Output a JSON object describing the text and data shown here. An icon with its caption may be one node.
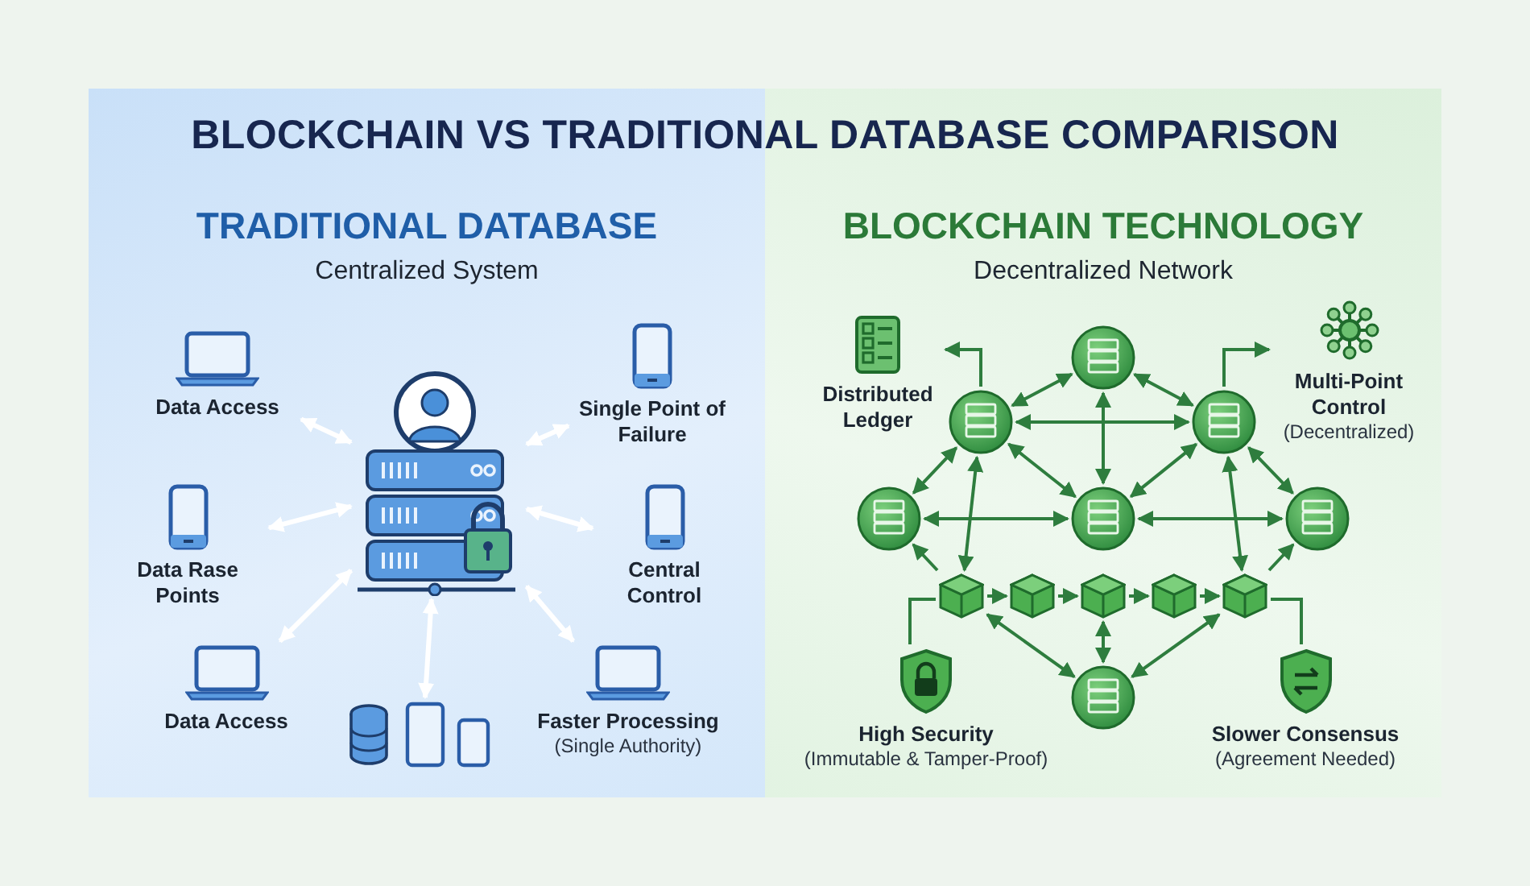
{
  "diagram": {
    "title": "BLOCKCHAIN VS TRADITIONAL DATABASE COMPARISON",
    "nodes": [
      {
        "text": [
          "TRADITIONAL DATABASE",
          "Centralized System"
        ]
      },
      {
        "text": [
          "Data Access"
        ],
        "in": 0
      },
      {
        "text": [],
        "shape": "server",
        "in": 0
      },
      {
        "text": [
          "Single Point of Failure"
        ],
        "in": 0
      },
      {
        "text": [
          "Data Rase Points"
        ],
        "in": 0
      },
      {
        "text": [
          "Central Control"
        ],
        "in": 0
      },
      {
        "text": [
          "Data Access"
        ],
        "in": 0
      },
      {
        "text": [],
        "shape": "phone",
        "in": 0
      },
      {
        "text": [
          "Faster Processing",
          "(Single Authority)"
        ],
        "in": 0
      },
      {
        "text": [
          "BLOCKCHAIN TECHNOLOGY",
          "Decentralized Network"
        ]
      },
      {
        "text": [
          "Distributed Ledger"
        ],
        "in": 9
      },
      {
        "text": [],
        "shape": "circle",
        "in": 9
      },
      {
        "text": [
          "Multi-Point Control",
          "(Decentralized)"
        ],
        "in": 9
      },
      {
        "text": [],
        "shape": "circle",
        "in": 9
      },
      {
        "text": [],
        "shape": "circle",
        "in": 9
      },
      {
        "text": [],
        "shape": "circle",
        "in": 9
      },
      {
        "text": [],
        "shape": "circle",
        "in": 9
      },
      {
        "text": [],
        "shape": "circle",
        "in": 9
      },
      {
        "text": [],
        "shape": "cube",
        "in": 9
      },
      {
        "text": [],
        "shape": "cube",
        "in": 9
      },
      {
        "text": [],
        "shape": "cube",
        "in": 9
      },
      {
        "text": [],
        "shape": "cube",
        "in": 9
      },
      {
        "text": [],
        "shape": "cube",
        "in": 9
      },
      {
        "text": [
          "High Security",
          "(Immutable & Tamper-Proof)"
        ],
        "in": 9
      },
      {
        "text": [],
        "shape": "circle",
        "in": 9
      },
      {
        "text": [
          "Slower Consensus",
          "(Agreement Needed)"
        ],
        "in": 9
      }
    ],
    "edges": [
      {
        "from": 2,
        "to": 1,
        "arrow": "both",
        "color": "#ffffff"
      },
      {
        "from": 2,
        "to": 3,
        "arrow": "both",
        "color": "#ffffff"
      },
      {
        "from": 2,
        "to": 4,
        "arrow": "both",
        "color": "#ffffff"
      },
      {
        "from": 2,
        "to": 5,
        "arrow": "both",
        "color": "#ffffff"
      },
      {
        "from": 2,
        "to": 6,
        "arrow": "both",
        "color": "#ffffff"
      },
      {
        "from": 2,
        "to": 7,
        "arrow": "both",
        "color": "#ffffff"
      },
      {
        "from": 2,
        "to": 8,
        "arrow": "both",
        "color": "#ffffff"
      },
      {
        "from": 13,
        "to": 10,
        "arrow": "to"
      },
      {
        "from": 14,
        "to": 12,
        "arrow": "to"
      },
      {
        "from": 13,
        "to": 11,
        "arrow": "both"
      },
      {
        "from": 11,
        "to": 14,
        "arrow": "both"
      },
      {
        "from": 13,
        "to": 14,
        "arrow": "both"
      },
      {
        "from": 11,
        "to": 16,
        "arrow": "both"
      },
      {
        "from": 13,
        "to": 15,
        "arrow": "both"
      },
      {
        "from": 13,
        "to": 16,
        "arrow": "both"
      },
      {
        "from": 14,
        "to": 16,
        "arrow": "both"
      },
      {
        "from": 14,
        "to": 17,
        "arrow": "both"
      },
      {
        "from": 15,
        "to": 16,
        "arrow": "both"
      },
      {
        "from": 16,
        "to": 17,
        "arrow": "both"
      },
      {
        "from": 13,
        "to": 18,
        "arrow": "both"
      },
      {
        "from": 14,
        "to": 22,
        "arrow": "both"
      },
      {
        "from": 18,
        "to": 15,
        "arrow": "to"
      },
      {
        "from": 22,
        "to": 17,
        "arrow": "to"
      },
      {
        "from": 18,
        "to": 19,
        "arrow": "to"
      },
      {
        "from": 19,
        "to": 20,
        "arrow": "to"
      },
      {
        "from": 20,
        "to": 21,
        "arrow": "to"
      },
      {
        "from": 21,
        "to": 22,
        "arrow": "to"
      },
      {
        "from": 20,
        "to": 24,
        "arrow": "both"
      },
      {
        "from": 18,
        "to": 24,
        "arrow": "both"
      },
      {
        "from": 22,
        "to": 24,
        "arrow": "both"
      },
      {
        "from": 23,
        "to": 18,
        "arrow": "none"
      },
      {
        "from": 22,
        "to": 25,
        "arrow": "none"
      }
    ]
  }
}
